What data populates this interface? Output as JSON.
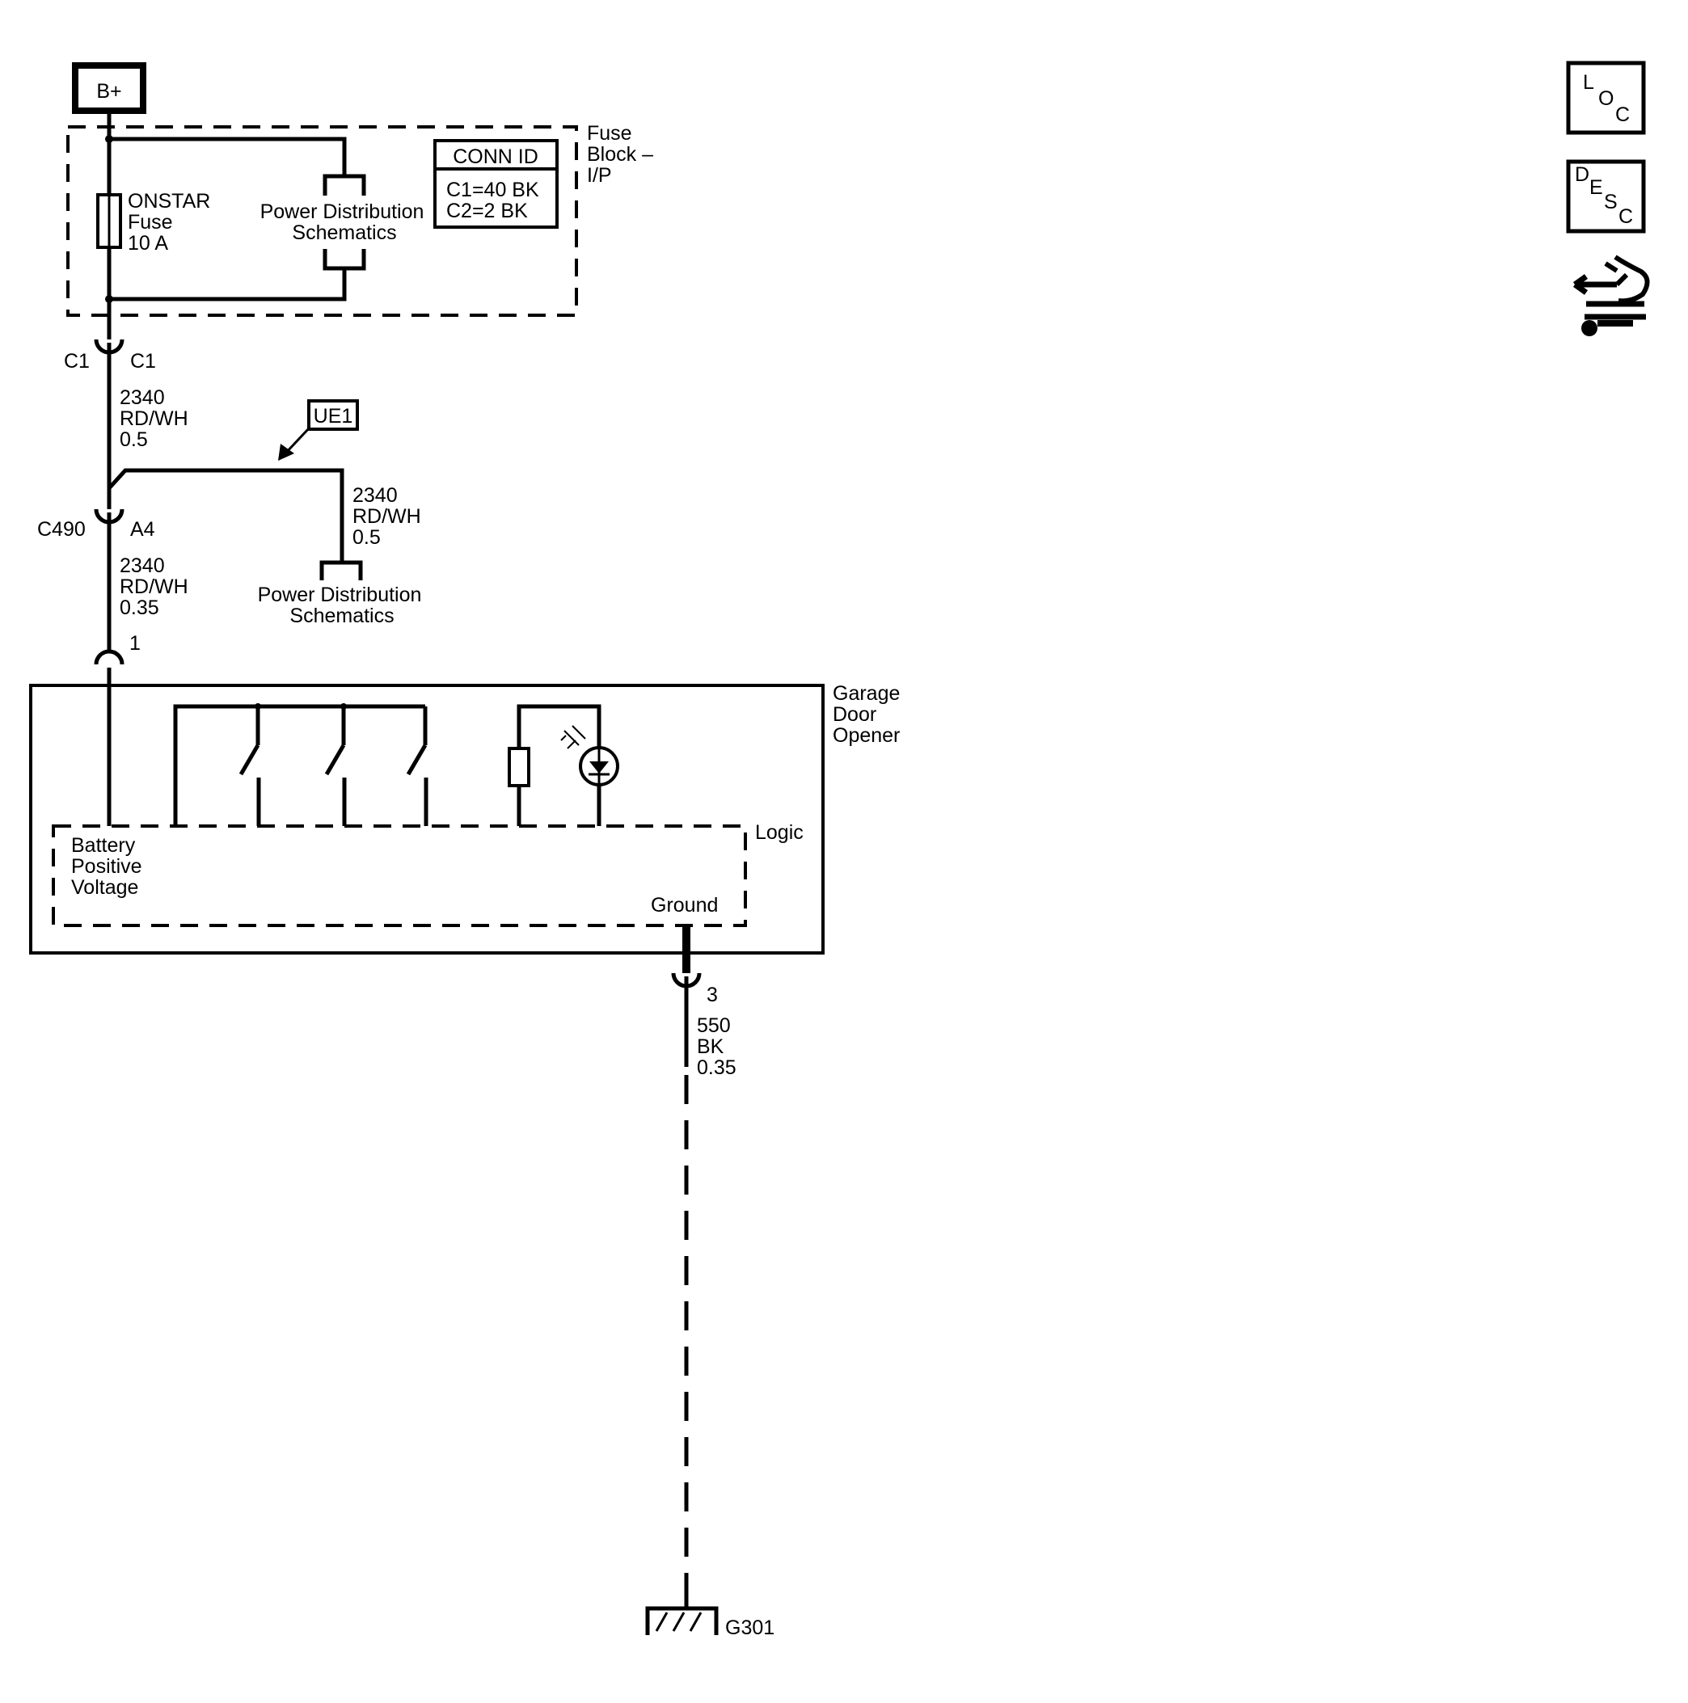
{
  "power_source": {
    "label": "B+"
  },
  "fuse_block": {
    "name_lines": [
      "Fuse",
      "Block –",
      "I/P"
    ],
    "fuse_lines": [
      "ONSTAR",
      "Fuse",
      "10 A"
    ],
    "power_dist_lines": [
      "Power Distribution",
      "Schematics"
    ],
    "conn_id": {
      "title": "CONN ID",
      "lines": [
        "C1=40 BK",
        "C2=2 BK"
      ]
    }
  },
  "connectors": {
    "c1_left": "C1",
    "c1_right": "C1",
    "c490_left": "C490",
    "c490_right": "A4",
    "gdo_pin_power": "1",
    "gdo_pin_ground": "3"
  },
  "wires": {
    "w1": [
      "2340",
      "RD/WH",
      "0.5"
    ],
    "w2": [
      "2340",
      "RD/WH",
      "0.5"
    ],
    "w3": [
      "2340",
      "RD/WH",
      "0.35"
    ],
    "w4": [
      "550",
      "BK",
      "0.35"
    ]
  },
  "option_tag": "UE1",
  "power_dist_branch_lines": [
    "Power Distribution",
    "Schematics"
  ],
  "garage_door_opener": {
    "name_lines": [
      "Garage",
      "Door",
      "Opener"
    ],
    "logic_label": "Logic",
    "battery_lines": [
      "Battery",
      "Positive",
      "Voltage"
    ],
    "ground_label": "Ground"
  },
  "ground": {
    "label": "G301"
  },
  "nav_icons": {
    "loc": [
      "L",
      "O",
      "C"
    ],
    "desc": [
      "D",
      "E",
      "S",
      "C"
    ],
    "tools_icon": "hand-wrench-icon"
  }
}
